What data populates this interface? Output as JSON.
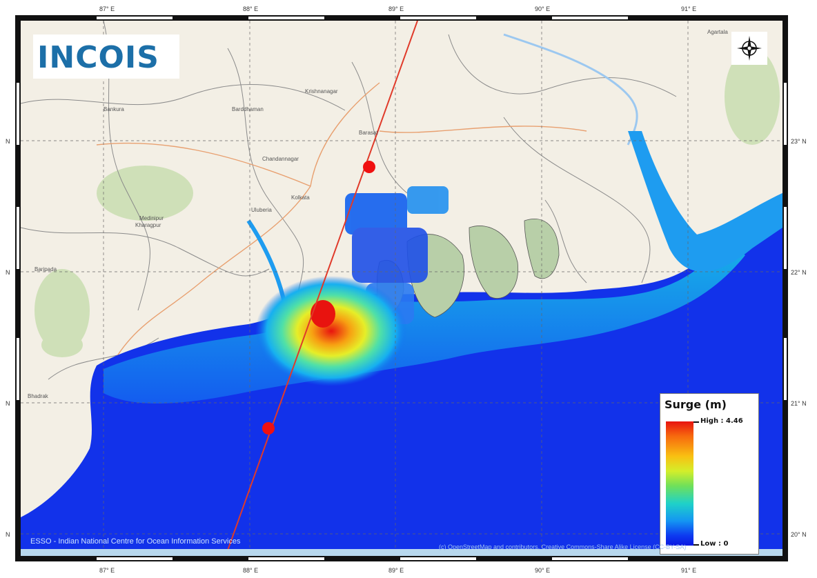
{
  "map": {
    "logo_text": "INCOIS",
    "legend": {
      "title": "Surge (m)",
      "high_label": "High :",
      "high_value": "4.46",
      "low_label": "Low :",
      "low_value": "0"
    },
    "footer_left": "ESSO - Indian National Centre for Ocean Information Services",
    "footer_right": "(c) OpenStreetMap and contributors, Creative Commons-Share Alike License (CC-BY-SA)",
    "lon_ticks": [
      "87° E",
      "88° E",
      "89° E",
      "90° E",
      "91° E"
    ],
    "lat_ticks": [
      "23° N",
      "22° N",
      "21° N",
      "20° N"
    ],
    "lat_ticks_left": [
      "N",
      "N",
      "N",
      "N"
    ],
    "place_labels": [
      "Bankura",
      "Barddhaman",
      "Krishnanagar",
      "Kolkata",
      "Medinipur",
      "Kharagpur",
      "Baripada",
      "Bhadrak",
      "Chandannagar",
      "Barasat",
      "Uluberia",
      "Agartala"
    ],
    "colors": {
      "sea_low": "#0a18e2",
      "surge_high": "#e8130f",
      "track": "#e03a2a",
      "land": "#f3efe5"
    }
  }
}
